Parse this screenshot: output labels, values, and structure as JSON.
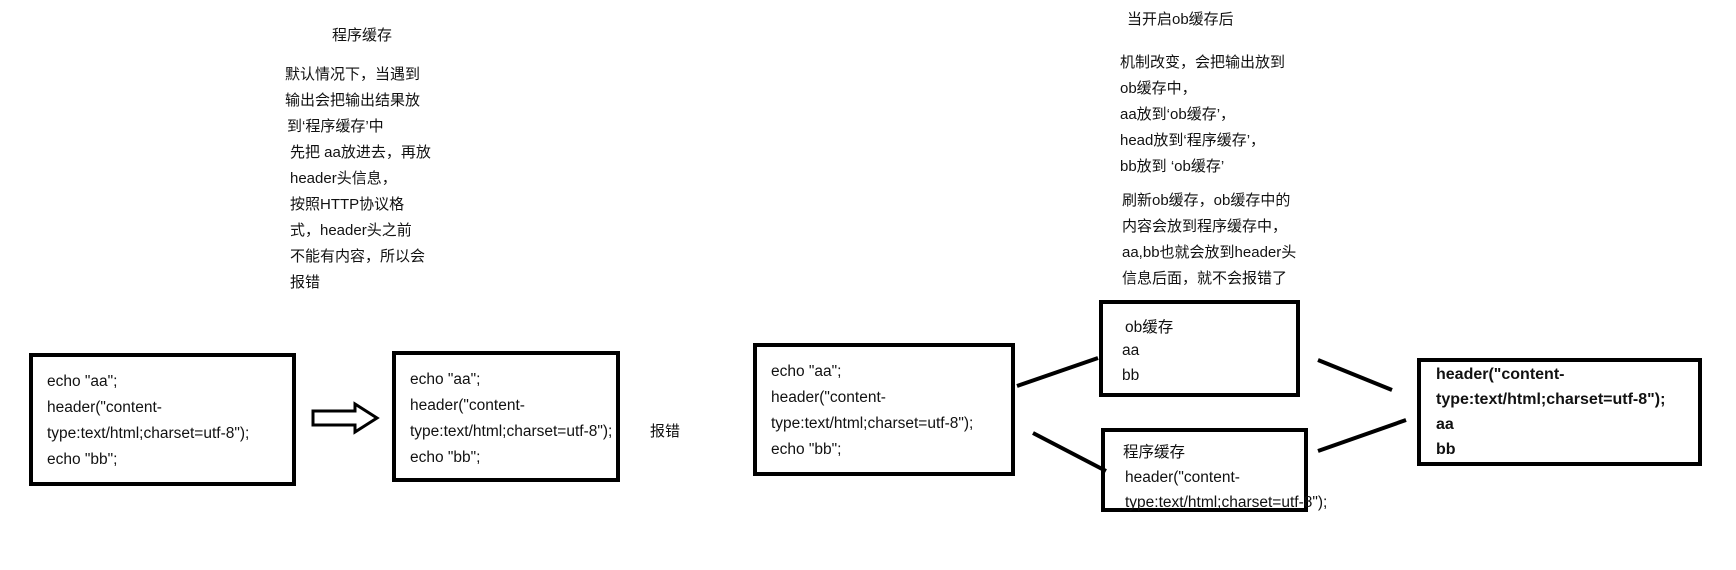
{
  "left": {
    "title": "程序缓存",
    "note_lines": [
      "默认情况下，当遇到",
      "输出会把输出结果放",
      "到‘程序缓存’中",
      "先把 aa放进去，再放",
      "header头信息，",
      "按照HTTP协议格",
      "式，header头之前",
      "不能有内容，所以会",
      "报错"
    ],
    "code_box_1": [
      "echo \"aa\";",
      "header(\"content-",
      "type:text/html;charset=utf-8\");",
      "echo \"bb\";"
    ],
    "code_box_2": [
      "echo \"aa\";",
      "header(\"content-",
      "type:text/html;charset=utf-8\");",
      "echo \"bb\";"
    ],
    "error_label": "报错"
  },
  "right": {
    "title": "当开启ob缓存后",
    "note_lines_1": [
      "机制改变，会把输出放到",
      "ob缓存中，",
      "aa放到‘ob缓存’，",
      "head放到‘程序缓存’，",
      "bb放到 ‘ob缓存’"
    ],
    "note_lines_2": [
      "刷新ob缓存，ob缓存中的",
      "内容会放到程序缓存中，",
      "aa,bb也就会放到header头",
      "信息后面，就不会报错了"
    ],
    "code_box": [
      "echo \"aa\";",
      "header(\"content-",
      "type:text/html;charset=utf-8\");",
      "echo \"bb\";"
    ],
    "ob_box": {
      "title": "ob缓存",
      "lines": [
        "aa",
        "bb"
      ]
    },
    "program_box": {
      "title": "程序缓存",
      "lines": [
        "header(\"content-",
        "type:text/html;charset=utf-8\");"
      ]
    },
    "result_box": [
      "header(\"content-",
      "type:text/html;charset=utf-8\");",
      "aa",
      "bb"
    ]
  }
}
